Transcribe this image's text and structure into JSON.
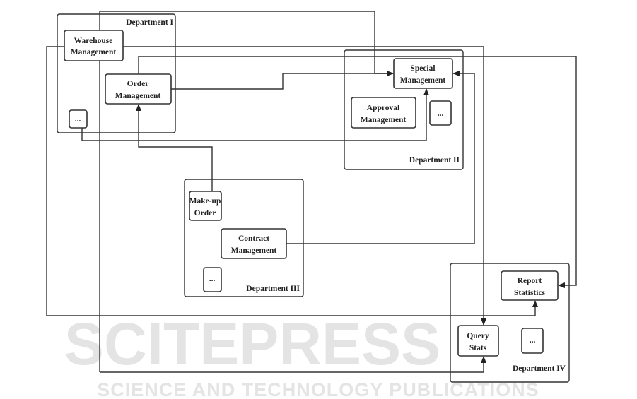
{
  "watermark": {
    "line1": "SCITEPRESS",
    "line2": "SCIENCE AND TECHNOLOGY PUBLICATIONS"
  },
  "departments": [
    {
      "label": "Department I"
    },
    {
      "label": "Department II"
    },
    {
      "label": "Department III"
    },
    {
      "label": "Department IV"
    }
  ],
  "modules": {
    "warehouse": [
      "Warehouse",
      "Management"
    ],
    "order": [
      "Order",
      "Management"
    ],
    "dept1_more": "...",
    "special": [
      "Special",
      "Management"
    ],
    "approval": [
      "Approval",
      "Management"
    ],
    "dept2_more": "...",
    "makeup": [
      "Make-up",
      "Order"
    ],
    "contract": [
      "Contract",
      "Management"
    ],
    "dept3_more": "...",
    "report": [
      "Report",
      "Statistics"
    ],
    "query": [
      "Query",
      "Stats"
    ],
    "dept4_more": "..."
  }
}
